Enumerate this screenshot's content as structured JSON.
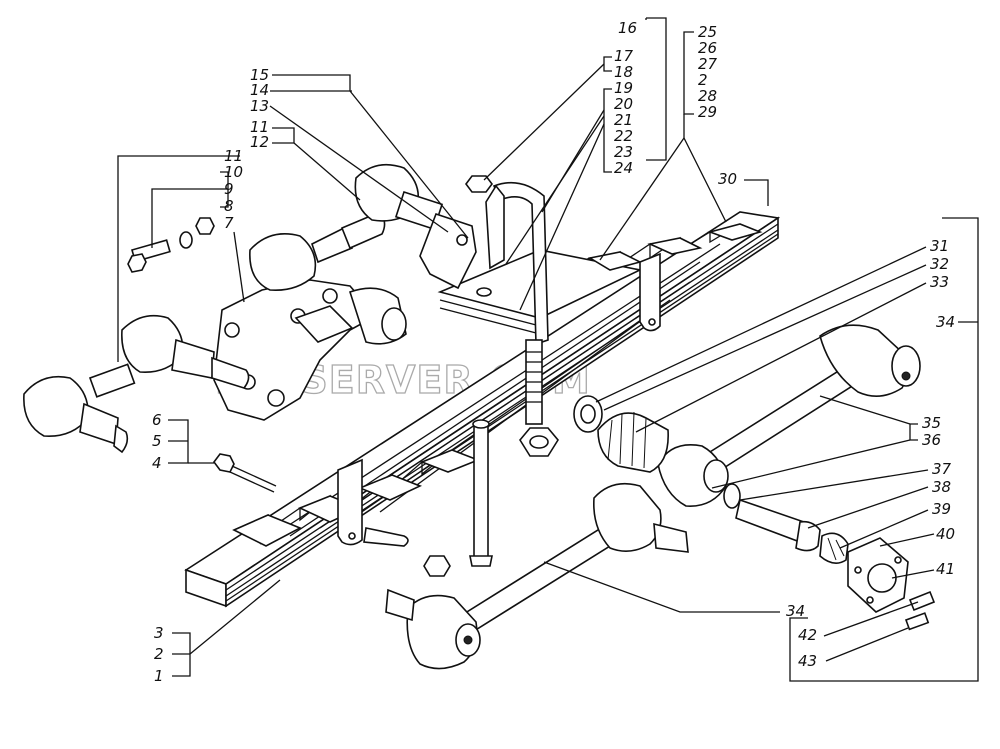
{
  "watermark": "EPCSERVER.COM",
  "callouts": {
    "c1": "1",
    "c2": "2",
    "c3": "3",
    "c4": "4",
    "c5": "5",
    "c6": "6",
    "c7": "7",
    "c8": "8",
    "c9": "9",
    "c10": "10",
    "c11a": "11",
    "c12": "12",
    "c11b": "11",
    "c13": "13",
    "c14": "14",
    "c15": "15",
    "c16": "16",
    "c17": "17",
    "c18": "18",
    "c19": "19",
    "c20": "20",
    "c21": "21",
    "c22": "22",
    "c23": "23",
    "c24": "24",
    "c25": "25",
    "c26": "26",
    "c27": "27",
    "c2b": "2",
    "c28": "28",
    "c29": "29",
    "c30": "30",
    "c31": "31",
    "c32": "32",
    "c33": "33",
    "c34a": "34",
    "c35": "35",
    "c36": "36",
    "c37": "37",
    "c38": "38",
    "c39": "39",
    "c40": "40",
    "c41": "41",
    "c42": "42",
    "c43": "43",
    "c34b": "34"
  }
}
